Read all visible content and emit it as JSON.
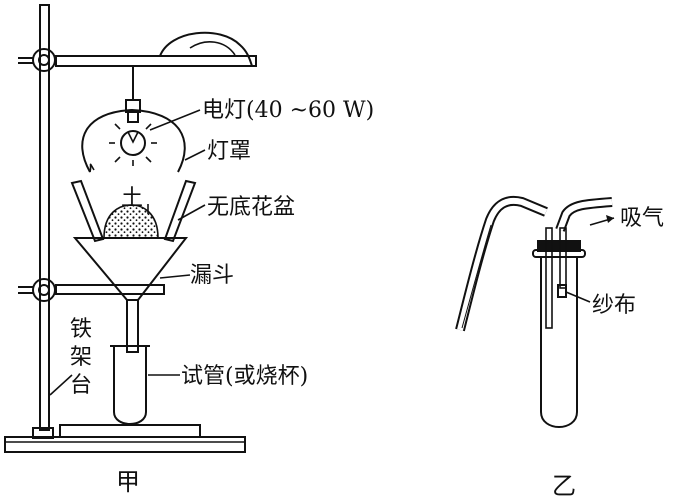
{
  "left_figure": {
    "caption": "甲",
    "labels": {
      "lamp": "电灯(40 ~60 W)",
      "lampshade": "灯罩",
      "soil": "土",
      "pot": "无底花盆",
      "funnel": "漏斗",
      "test_tube": "试管(或烧杯)",
      "stand_line1": "铁",
      "stand_line2": "架",
      "stand_line3": "台"
    }
  },
  "right_figure": {
    "caption": "乙",
    "labels": {
      "suction": "吸气",
      "gauze": "纱布"
    }
  },
  "colors": {
    "ink": "#111111",
    "background": "#ffffff"
  }
}
